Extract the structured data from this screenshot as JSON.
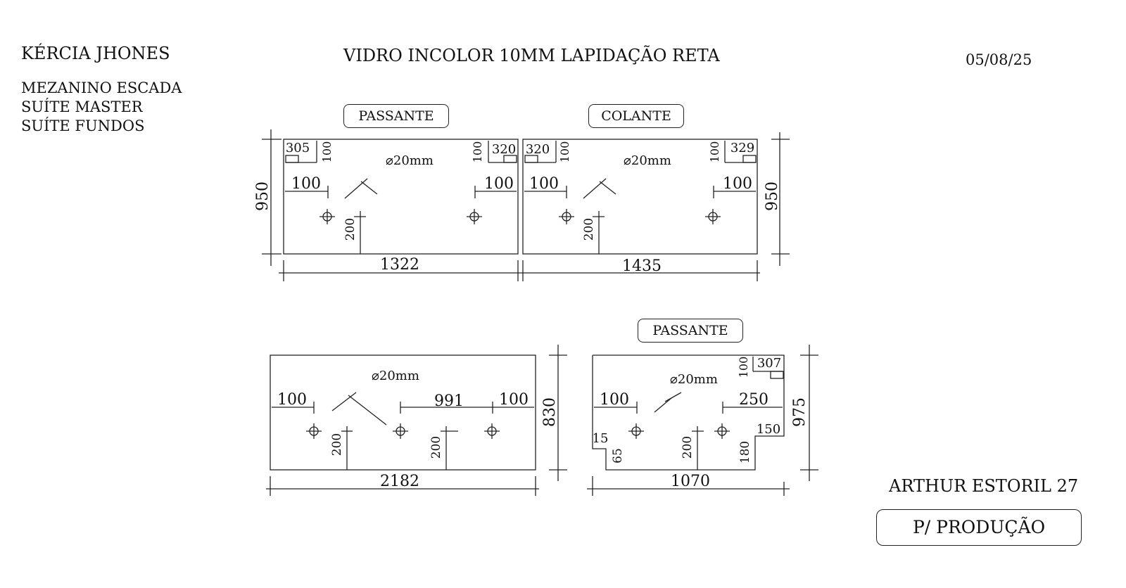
{
  "header": {
    "client": "KÉRCIA JHONES",
    "title": "VIDRO INCOLOR 10MM LAPIDAÇÃO RETA",
    "date": "05/08/25",
    "locations": [
      "MEZANINO ESCADA",
      "SUÍTE MASTER",
      "SUÍTE FUNDOS"
    ]
  },
  "footer": {
    "address": "ARTHUR ESTORIL 27",
    "status": "P/ PRODUÇÃO"
  },
  "panels": [
    {
      "label": "PASSANTE",
      "width": "1322",
      "height": "950",
      "hole_label": "⌀20mm",
      "left_offset": "100",
      "right_offset": "100",
      "hole_height": "200",
      "corner_left": "305",
      "corner_left_h": "100",
      "corner_right": "320",
      "corner_right_h": "100"
    },
    {
      "label": "COLANTE",
      "width": "1435",
      "height": "950",
      "hole_label": "⌀20mm",
      "left_offset": "100",
      "right_offset": "100",
      "hole_height": "200",
      "corner_left": "320",
      "corner_left_h": "100",
      "corner_right": "329",
      "corner_right_h": "100"
    },
    {
      "width": "2182",
      "height": "830",
      "hole_label": "⌀20mm",
      "left_offset": "100",
      "mid_offset": "991",
      "right_offset": "100",
      "hole_height_1": "200",
      "hole_height_2": "200"
    },
    {
      "label": "PASSANTE",
      "width": "1070",
      "height": "975",
      "hole_label": "⌀20mm",
      "left_offset": "100",
      "right_offset": "250",
      "hole_height": "200",
      "corner_right": "307",
      "corner_right_h": "100",
      "step_left_w": "15",
      "step_left_h": "65",
      "step_right_w": "150",
      "step_right_h": "180"
    }
  ]
}
